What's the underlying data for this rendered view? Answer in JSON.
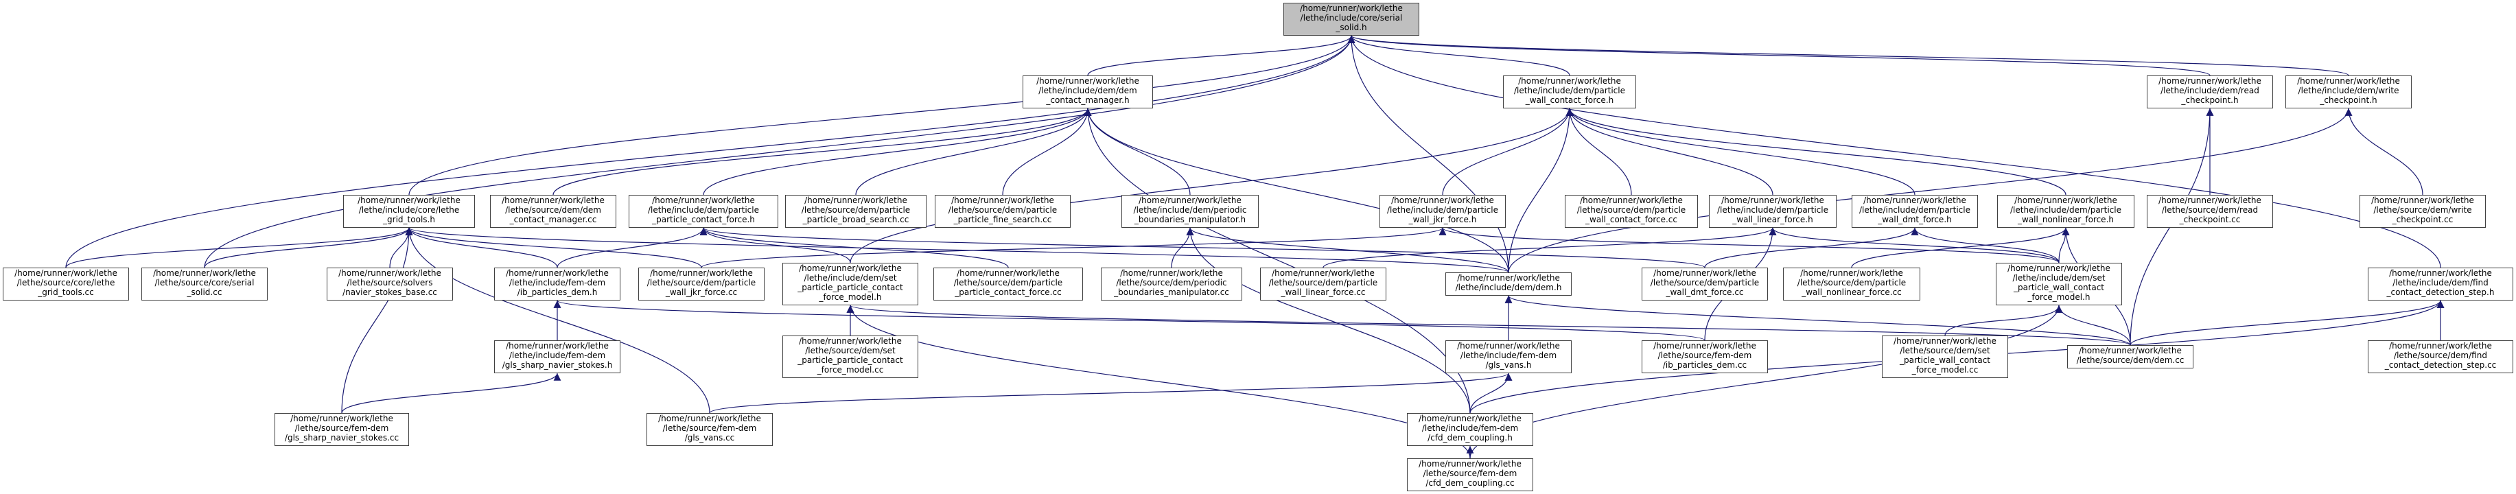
{
  "colors": {
    "edge": "#191970",
    "node_border": "#404040",
    "root_fill": "#bfbfbf",
    "node_fill": "#ffffff"
  },
  "nodes": {
    "serial_solid_h": {
      "lines": [
        "/home/runner/work/lethe",
        "/lethe/include/core/serial",
        "_solid.h"
      ]
    },
    "dem_contact_manager_h": {
      "lines": [
        "/home/runner/work/lethe",
        "/lethe/include/dem/dem",
        "_contact_manager.h"
      ]
    },
    "particle_wall_contact_force_h": {
      "lines": [
        "/home/runner/work/lethe",
        "/lethe/include/dem/particle",
        "_wall_contact_force.h"
      ]
    },
    "read_checkpoint_h": {
      "lines": [
        "/home/runner/work/lethe",
        "/lethe/include/dem/read",
        "_checkpoint.h"
      ]
    },
    "write_checkpoint_h": {
      "lines": [
        "/home/runner/work/lethe",
        "/lethe/include/dem/write",
        "_checkpoint.h"
      ]
    },
    "grid_tools_h": {
      "lines": [
        "/home/runner/work/lethe",
        "/lethe/include/core/lethe",
        "_grid_tools.h"
      ]
    },
    "dem_contact_manager_cc": {
      "lines": [
        "/home/runner/work/lethe",
        "/lethe/source/dem/dem",
        "_contact_manager.cc"
      ]
    },
    "particle_particle_contact_force_h": {
      "lines": [
        "/home/runner/work/lethe",
        "/lethe/include/dem/particle",
        "_particle_contact_force.h"
      ]
    },
    "particle_broad_search_cc": {
      "lines": [
        "/home/runner/work/lethe",
        "/lethe/source/dem/particle",
        "_particle_broad_search.cc"
      ]
    },
    "particle_fine_search_cc": {
      "lines": [
        "/home/runner/work/lethe",
        "/lethe/source/dem/particle",
        "_particle_fine_search.cc"
      ]
    },
    "periodic_boundaries_manipulator_h": {
      "lines": [
        "/home/runner/work/lethe",
        "/lethe/include/dem/periodic",
        "_boundaries_manipulator.h"
      ]
    },
    "particle_wall_jkr_force_h": {
      "lines": [
        "/home/runner/work/lethe",
        "/lethe/include/dem/particle",
        "_wall_jkr_force.h"
      ]
    },
    "particle_wall_contact_force_cc": {
      "lines": [
        "/home/runner/work/lethe",
        "/lethe/source/dem/particle",
        "_wall_contact_force.cc"
      ]
    },
    "particle_wall_linear_force_h": {
      "lines": [
        "/home/runner/work/lethe",
        "/lethe/include/dem/particle",
        "_wall_linear_force.h"
      ]
    },
    "particle_wall_dmt_force_h": {
      "lines": [
        "/home/runner/work/lethe",
        "/lethe/include/dem/particle",
        "_wall_dmt_force.h"
      ]
    },
    "particle_wall_nonlinear_force_h": {
      "lines": [
        "/home/runner/work/lethe",
        "/lethe/include/dem/particle",
        "_wall_nonlinear_force.h"
      ]
    },
    "read_checkpoint_cc": {
      "lines": [
        "/home/runner/work/lethe",
        "/lethe/source/dem/read",
        "_checkpoint.cc"
      ]
    },
    "write_checkpoint_cc": {
      "lines": [
        "/home/runner/work/lethe",
        "/lethe/source/dem/write",
        "_checkpoint.cc"
      ]
    },
    "lethe_grid_tools_cc": {
      "lines": [
        "/home/runner/work/lethe",
        "/lethe/source/core/lethe",
        "_grid_tools.cc"
      ]
    },
    "serial_solid_cc": {
      "lines": [
        "/home/runner/work/lethe",
        "/lethe/source/core/serial",
        "_solid.cc"
      ]
    },
    "navier_stokes_base_cc": {
      "lines": [
        "/home/runner/work/lethe",
        "/lethe/source/solvers",
        "/navier_stokes_base.cc"
      ]
    },
    "ib_particles_dem_h": {
      "lines": [
        "/home/runner/work/lethe",
        "/lethe/include/fem-dem",
        "/ib_particles_dem.h"
      ]
    },
    "particle_wall_jkr_force_cc": {
      "lines": [
        "/home/runner/work/lethe",
        "/lethe/source/dem/particle",
        "_wall_jkr_force.cc"
      ]
    },
    "set_particle_particle_contact_force_model_h": {
      "lines": [
        "/home/runner/work/lethe",
        "/lethe/include/dem/set",
        "_particle_particle_contact",
        "_force_model.h"
      ]
    },
    "particle_particle_contact_force_cc": {
      "lines": [
        "/home/runner/work/lethe",
        "/lethe/source/dem/particle",
        "_particle_contact_force.cc"
      ]
    },
    "periodic_boundaries_manipulator_cc": {
      "lines": [
        "/home/runner/work/lethe",
        "/lethe/source/dem/periodic",
        "_boundaries_manipulator.cc"
      ]
    },
    "particle_wall_linear_force_cc": {
      "lines": [
        "/home/runner/work/lethe",
        "/lethe/source/dem/particle",
        "_wall_linear_force.cc"
      ]
    },
    "dem_h": {
      "lines": [
        "/home/runner/work/lethe",
        "/lethe/include/dem/dem.h"
      ]
    },
    "particle_wall_dmt_force_cc": {
      "lines": [
        "/home/runner/work/lethe",
        "/lethe/source/dem/particle",
        "_wall_dmt_force.cc"
      ]
    },
    "particle_wall_nonlinear_force_cc": {
      "lines": [
        "/home/runner/work/lethe",
        "/lethe/source/dem/particle",
        "_wall_nonlinear_force.cc"
      ]
    },
    "set_particle_wall_contact_force_model_h": {
      "lines": [
        "/home/runner/work/lethe",
        "/lethe/include/dem/set",
        "_particle_wall_contact",
        "_force_model.h"
      ]
    },
    "find_contact_detection_step_h": {
      "lines": [
        "/home/runner/work/lethe",
        "/lethe/include/dem/find",
        "_contact_detection_step.h"
      ]
    },
    "gls_sharp_navier_stokes_h": {
      "lines": [
        "/home/runner/work/lethe",
        "/lethe/include/fem-dem",
        "/gls_sharp_navier_stokes.h"
      ]
    },
    "set_particle_particle_contact_force_model_cc": {
      "lines": [
        "/home/runner/work/lethe",
        "/lethe/source/dem/set",
        "_particle_particle_contact",
        "_force_model.cc"
      ]
    },
    "ib_particles_dem_cc": {
      "lines": [
        "/home/runner/work/lethe",
        "/lethe/source/fem-dem",
        "/ib_particles_dem.cc"
      ]
    },
    "set_particle_wall_contact_force_model_cc": {
      "lines": [
        "/home/runner/work/lethe",
        "/lethe/source/dem/set",
        "_particle_wall_contact",
        "_force_model.cc"
      ]
    },
    "dem_cc": {
      "lines": [
        "/home/runner/work/lethe",
        "/lethe/source/dem/dem.cc"
      ]
    },
    "find_contact_detection_step_cc": {
      "lines": [
        "/home/runner/work/lethe",
        "/lethe/source/dem/find",
        "_contact_detection_step.cc"
      ]
    },
    "gls_vans_h": {
      "lines": [
        "/home/runner/work/lethe",
        "/lethe/include/fem-dem",
        "/gls_vans.h"
      ]
    },
    "gls_sharp_navier_stokes_cc": {
      "lines": [
        "/home/runner/work/lethe",
        "/lethe/source/fem-dem",
        "/gls_sharp_navier_stokes.cc"
      ]
    },
    "gls_vans_cc": {
      "lines": [
        "/home/runner/work/lethe",
        "/lethe/source/fem-dem",
        "/gls_vans.cc"
      ]
    },
    "cfd_dem_coupling_h": {
      "lines": [
        "/home/runner/work/lethe",
        "/lethe/include/fem-dem",
        "/cfd_dem_coupling.h"
      ]
    },
    "cfd_dem_coupling_cc": {
      "lines": [
        "/home/runner/work/lethe",
        "/lethe/source/fem-dem",
        "/cfd_dem_coupling.cc"
      ]
    }
  }
}
